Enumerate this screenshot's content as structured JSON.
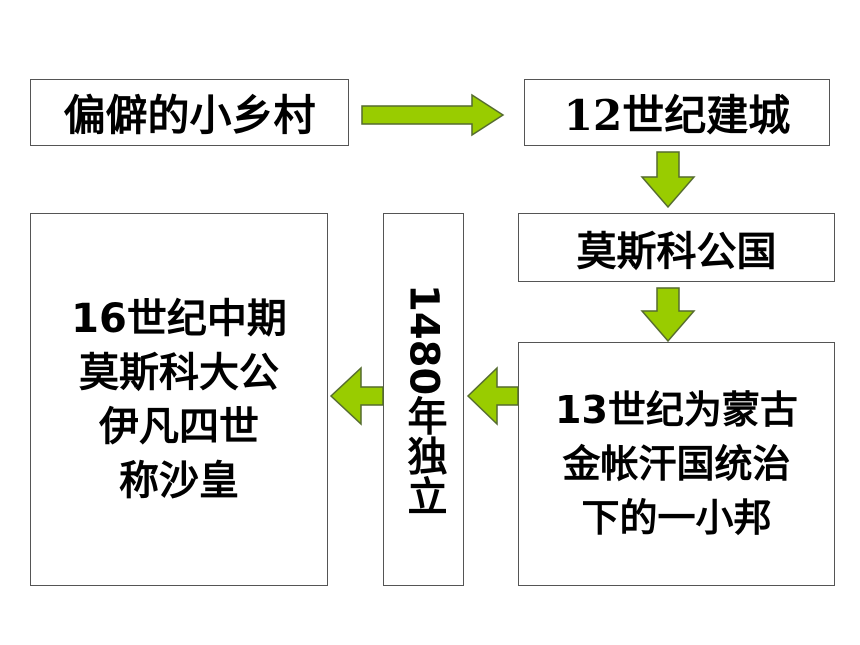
{
  "boxes": {
    "village": "偏僻的小乡村",
    "founding": "12世纪建城",
    "principality": "莫斯科公国",
    "mongol": [
      "13世纪为蒙古",
      "金帐汗国统治",
      "下的一小邦"
    ],
    "independence": "1480年独立",
    "tsar": [
      "16世纪中期",
      "莫斯科大公",
      "伊凡四世",
      "称沙皇"
    ]
  },
  "colors": {
    "arrow_fill": "#99cc00",
    "arrow_stroke": "#556b2f",
    "box_border": "#555555"
  }
}
